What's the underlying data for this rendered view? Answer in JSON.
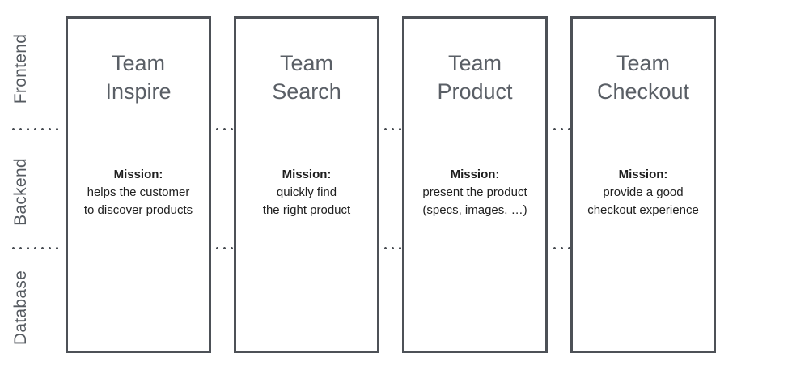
{
  "layers": [
    {
      "id": "frontend",
      "label": "Frontend"
    },
    {
      "id": "backend",
      "label": "Backend"
    },
    {
      "id": "database",
      "label": "Database"
    }
  ],
  "teams": [
    {
      "title_line1": "Team",
      "title_line2": "Inspire",
      "mission_label": "Mission:",
      "mission_lines": [
        "helps the customer",
        "to discover products"
      ]
    },
    {
      "title_line1": "Team",
      "title_line2": "Search",
      "mission_label": "Mission:",
      "mission_lines": [
        "quickly find",
        "the right product"
      ]
    },
    {
      "title_line1": "Team",
      "title_line2": "Product",
      "mission_label": "Mission:",
      "mission_lines": [
        "present the product",
        "(specs, images, …)"
      ]
    },
    {
      "title_line1": "Team",
      "title_line2": "Checkout",
      "mission_label": "Mission:",
      "mission_lines": [
        "provide a good",
        "checkout experience"
      ]
    }
  ],
  "colors": {
    "border": "#4d5157",
    "title": "#5a5f66",
    "layer_label": "#555a60",
    "text": "#1f1f1f"
  }
}
